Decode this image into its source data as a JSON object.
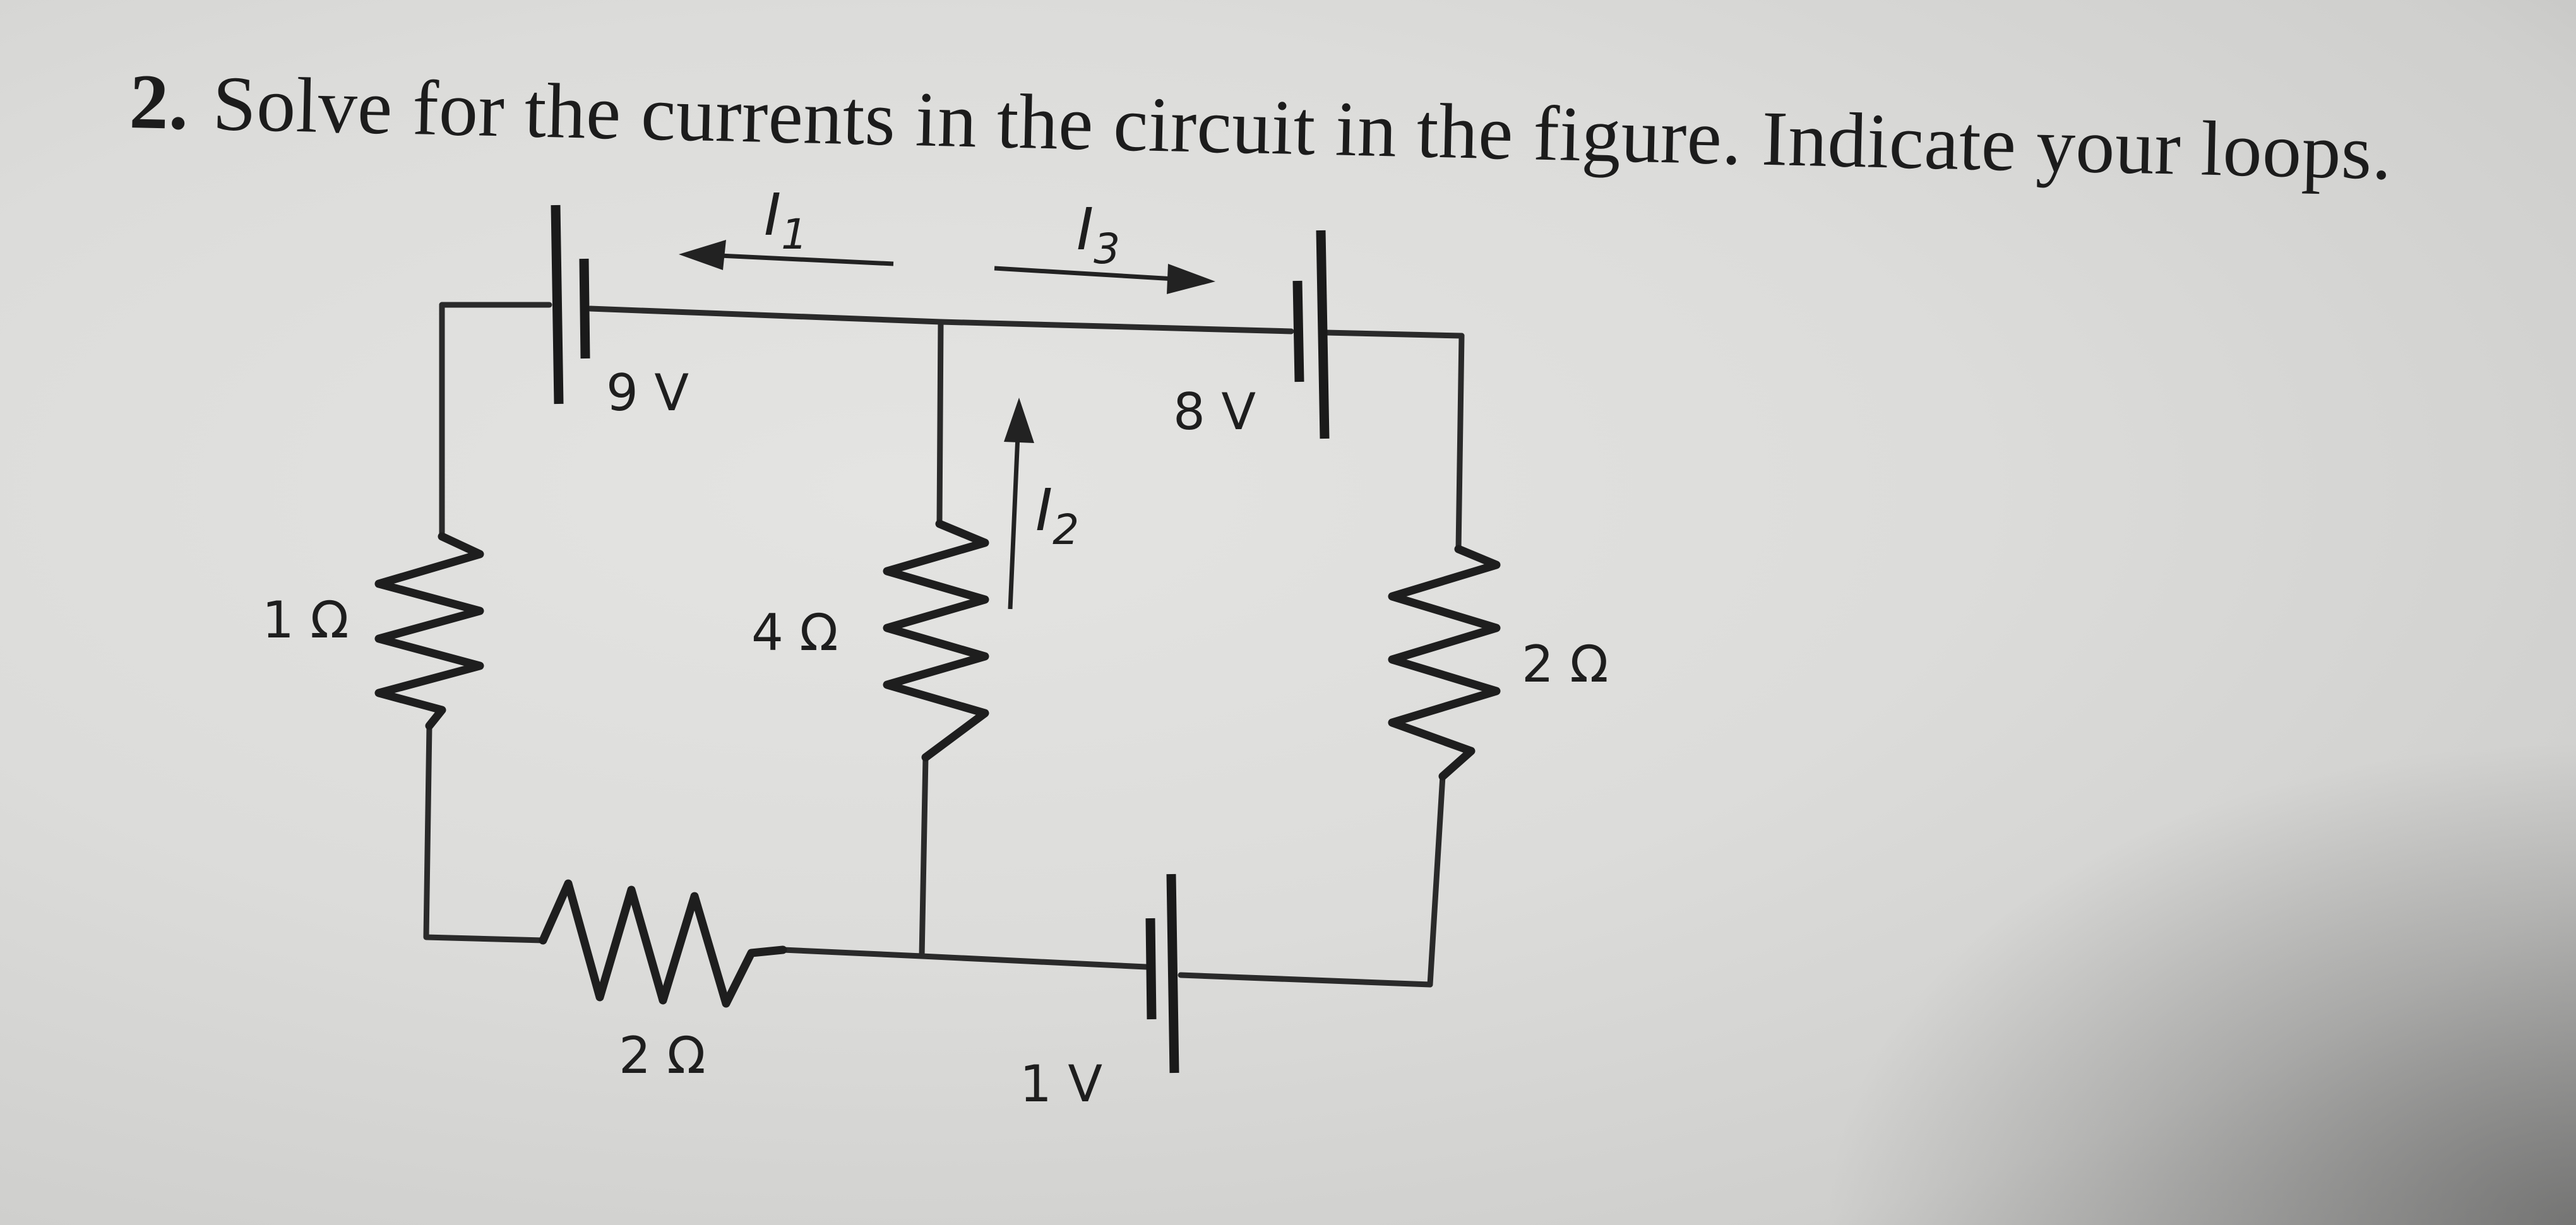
{
  "problem": {
    "number": "2.",
    "text": "Solve for the currents in the circuit in the figure.  Indicate your loops."
  },
  "circuit": {
    "batteries": {
      "top_left": "9 V",
      "top_right": "8 V",
      "bottom": "1 V"
    },
    "resistors": {
      "left": "1 Ω",
      "middle": "4 Ω",
      "right": "2 Ω",
      "bottom": "2 Ω"
    },
    "currents": {
      "i1": "I1",
      "i2": "I2",
      "i3": "I3",
      "i1_sub": "1",
      "i2_sub": "2",
      "i3_sub": "3",
      "i_letter": "I"
    }
  }
}
